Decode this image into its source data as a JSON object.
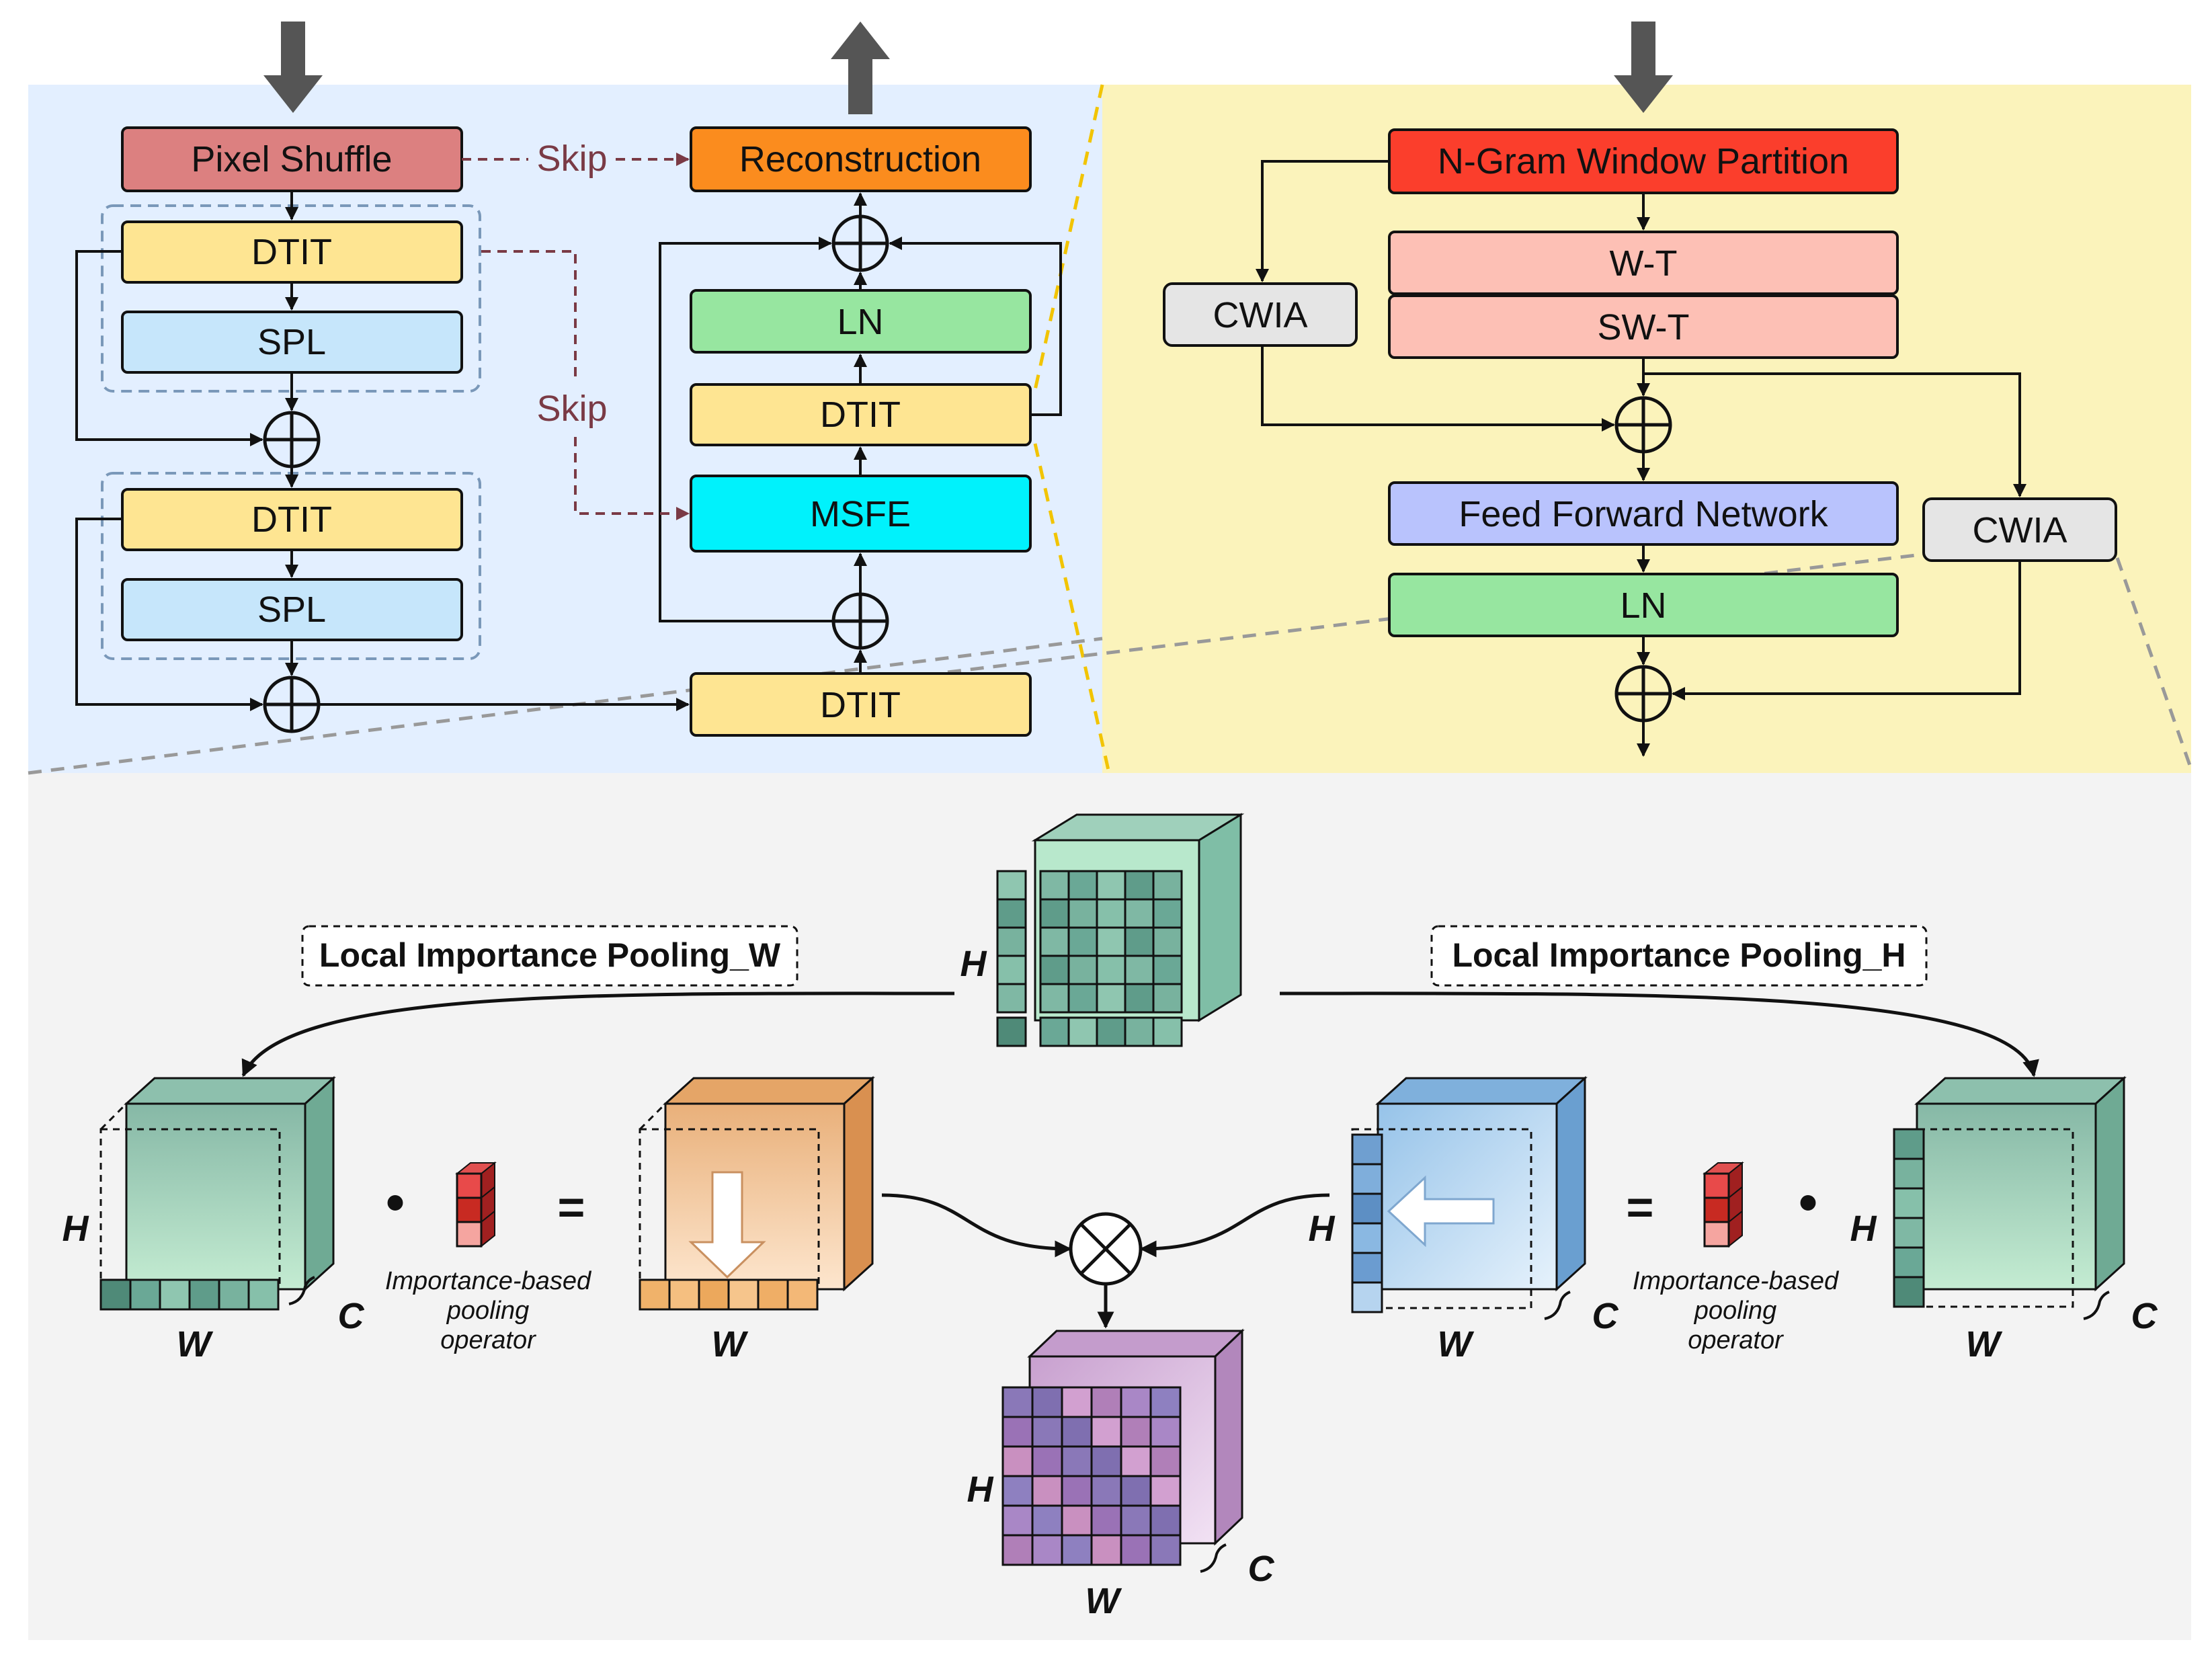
{
  "top_left": {
    "pixel_shuffle": "Pixel Shuffle",
    "reconstruction": "Reconstruction",
    "skip_top": "Skip",
    "skip_mid": "Skip",
    "dtit_1": "DTIT",
    "spl_1": "SPL",
    "dtit_2": "DTIT",
    "spl_2": "SPL",
    "ln": "LN",
    "dtit_right_mid": "DTIT",
    "msfe": "MSFE",
    "dtit_bottom": "DTIT"
  },
  "top_right": {
    "ngram": "N-Gram Window Partition",
    "wt": "W-T",
    "swt": "SW-T",
    "cwia_left": "CWIA",
    "cwia_right": "CWIA",
    "ffn": "Feed Forward Network",
    "ln": "LN"
  },
  "bottom": {
    "lip_w": "Local Importance Pooling_W",
    "lip_h": "Local Importance Pooling_H",
    "axis_h": "H",
    "axis_w": "W",
    "axis_c": "C",
    "pool_op_line1": "Importance-based",
    "pool_op_line2": "pooling",
    "pool_op_line3": "operator",
    "dot": "•",
    "equals": "="
  },
  "colors": {
    "bg_left": "#e3efff",
    "bg_right": "#fbf3bb",
    "bg_bottom": "#f3f3f3",
    "pixel_shuffle": "#dc8080",
    "reconstruction": "#fb8c1e",
    "dtit": "#fee592",
    "spl": "#c6e6fb",
    "ln": "#97e6a0",
    "msfe": "#00f2fc",
    "ngram": "#fb3e2c",
    "wt": "#fdc0b5",
    "cwia": "#e5e5e5",
    "ffn": "#b9c3fd",
    "skip": "#7a3a45"
  }
}
